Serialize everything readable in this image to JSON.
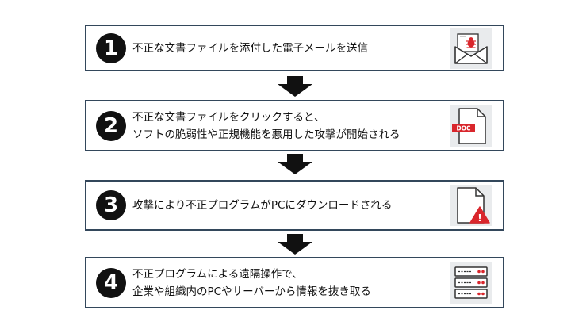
{
  "steps": [
    {
      "number": "1",
      "lines": [
        "不正な文書ファイルを添付した電子メールを送信"
      ],
      "icon": "infected-email-icon"
    },
    {
      "number": "2",
      "lines": [
        "不正な文書ファイルをクリックすると、",
        "ソフトの脆弱性や正規機能を悪用した攻撃が開始される"
      ],
      "icon": "doc-file-icon",
      "icon_label": "DOC"
    },
    {
      "number": "3",
      "lines": [
        "攻撃により不正プログラムがPCにダウンロードされる"
      ],
      "icon": "warning-file-icon",
      "icon_label": "!"
    },
    {
      "number": "4",
      "lines": [
        "不正プログラムによる遠隔操作で、",
        "企業や組織内のPCやサーバーから情報を抜き取る"
      ],
      "icon": "server-icon"
    }
  ],
  "colors": {
    "border": "#33475b",
    "badge": "#111111",
    "arrow": "#111111",
    "accent": "#d9262c",
    "icon_bg": "#e9ebed"
  }
}
